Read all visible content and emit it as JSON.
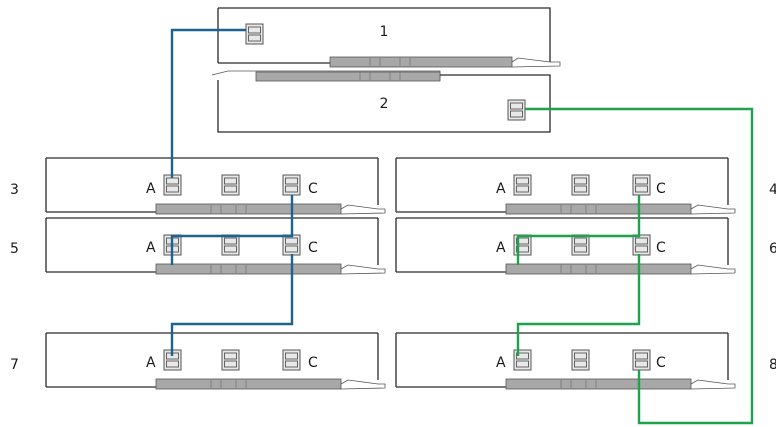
{
  "colors": {
    "cable_blue": "#1c6391",
    "cable_green": "#1fa24c",
    "chassis_outline": "#2a2a2a",
    "bar_fill": "#a8a8a8",
    "port_fill": "#e8e8e8"
  },
  "controllers": {
    "top": {
      "label": "1"
    },
    "bottom": {
      "label": "2"
    }
  },
  "shelves": [
    {
      "id": "3",
      "label": "3",
      "port_a": "A",
      "port_c": "C"
    },
    {
      "id": "4",
      "label": "4",
      "port_a": "A",
      "port_c": "C"
    },
    {
      "id": "5",
      "label": "5",
      "port_a": "A",
      "port_c": "C"
    },
    {
      "id": "6",
      "label": "6",
      "port_a": "A",
      "port_c": "C"
    },
    {
      "id": "7",
      "label": "7",
      "port_a": "A",
      "port_c": "C"
    },
    {
      "id": "8",
      "label": "8",
      "port_a": "A",
      "port_c": "C"
    }
  ],
  "cables": [
    {
      "color": "blue",
      "from": "1",
      "to": "3-A"
    },
    {
      "color": "blue",
      "from": "3-C",
      "to": "5-A"
    },
    {
      "color": "blue",
      "from": "5-C",
      "to": "7-A"
    },
    {
      "color": "green",
      "from": "4-C",
      "to": "6-A"
    },
    {
      "color": "green",
      "from": "6-C",
      "to": "8-A"
    },
    {
      "color": "green",
      "from": "8-C",
      "to": "2"
    }
  ]
}
